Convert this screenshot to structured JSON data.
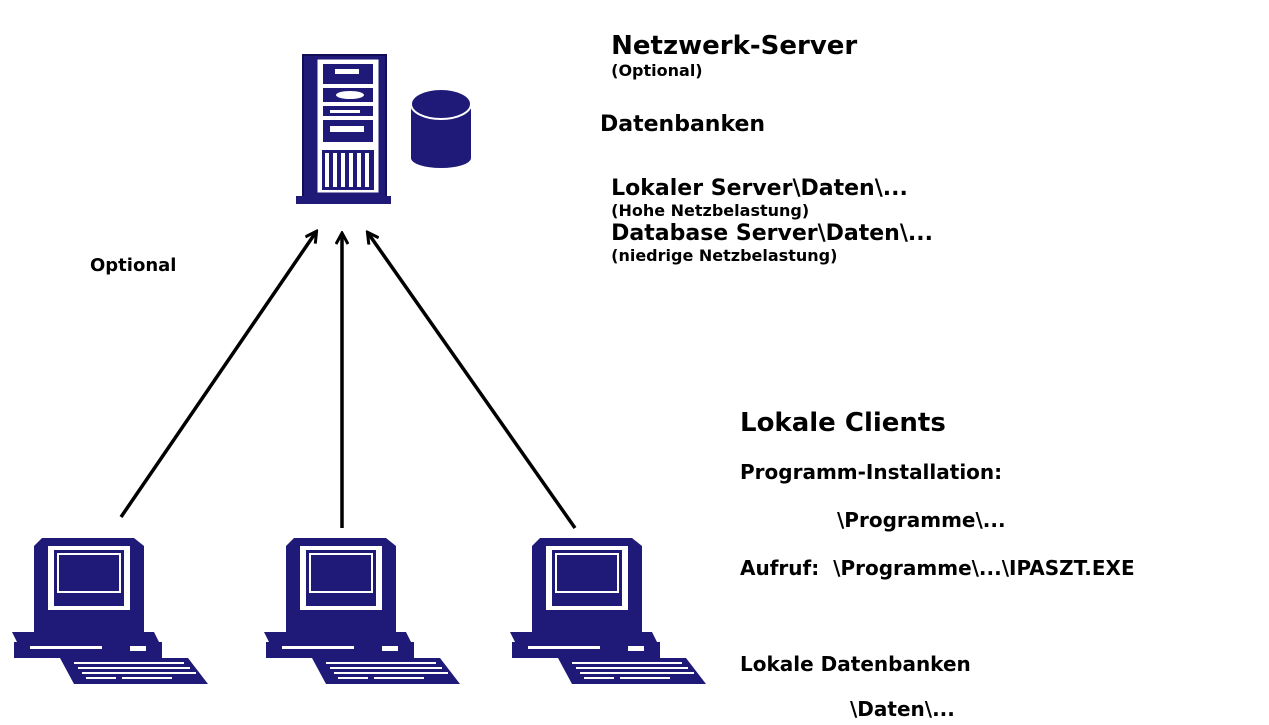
{
  "colors": {
    "device": "#1f1a78",
    "device_dark": "#120e55",
    "arrow": "#000000",
    "text": "#000000"
  },
  "icons": {
    "server": "server-tower-icon",
    "database": "database-cylinder-icon",
    "client": "desktop-computer-icon"
  },
  "server": {
    "title": "Netzwerk-Server",
    "title_note": "(Optional)",
    "db_heading": "Datenbanken",
    "line1_main": "Lokaler Server\\Daten\\...",
    "line1_note": "(Hohe Netzbelastung)",
    "line2_main": "Database Server\\Daten\\...",
    "line2_note": "(niedrige Netzbelastung)"
  },
  "connection_label": "Optional",
  "clients": {
    "title": "Lokale Clients",
    "install_label": "Programm-Installation:",
    "install_path": "\\Programme\\...",
    "call_line": "Aufruf:  \\Programme\\...\\IPASZT.EXE",
    "local_db_label": "Lokale Datenbanken",
    "local_db_path": "\\Daten\\..."
  }
}
